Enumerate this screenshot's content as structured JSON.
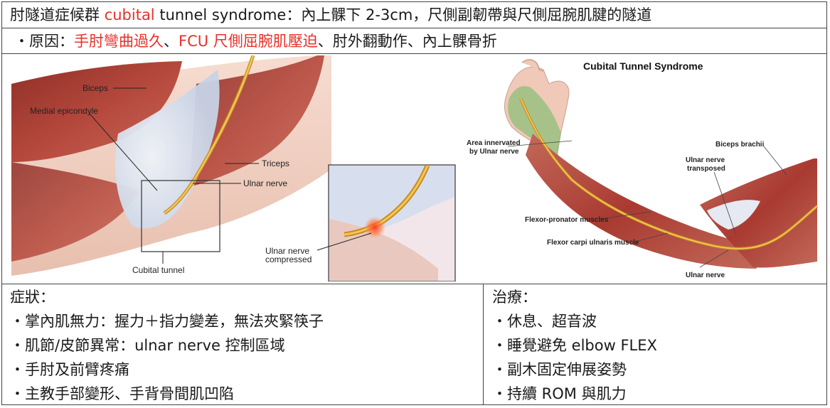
{
  "title": {
    "part1": "肘隧道症候群 ",
    "highlight": "cubital",
    "part2": " tunnel syndrome：內上髁下 2-3cm，尺側副韌帶與尺側屈腕肌腱的隧道"
  },
  "cause": {
    "prefix": "・原因：",
    "red1": "手肘彎曲過久",
    "sep1": "、",
    "red2": "FCU 尺側屈腕肌壓迫",
    "rest": "、肘外翻動作、內上髁骨折"
  },
  "left_figure": {
    "labels": {
      "biceps": "Biceps",
      "medial_epicondyle": "Medial epicondyle",
      "triceps": "Triceps",
      "ulnar_nerve": "Ulnar nerve",
      "cubital_tunnel": "Cubital tunnel",
      "compressed_1": "Ulnar nerve",
      "compressed_2": "compressed"
    }
  },
  "right_figure": {
    "title": "Cubital Tunnel Syndrome",
    "labels": {
      "area_1": "Area innervated",
      "area_2": "by Ulnar nerve",
      "biceps_brachii": "Biceps brachii",
      "transposed_1": "Ulnar nerve",
      "transposed_2": "transposed",
      "flexor_pronator": "Flexor-pronator muscles",
      "fcu": "Flexor carpi ulnaris muscle",
      "ulnar_nerve": "Ulnar nerve"
    }
  },
  "symptoms": {
    "heading": "症狀：",
    "items": [
      "・掌內肌無力：握力＋指力變差，無法夾緊筷子",
      "・肌節/皮節異常：ulnar nerve 控制區域",
      "・手肘及前臂疼痛",
      "・主教手部變形、手背骨間肌凹陷"
    ]
  },
  "treatment": {
    "heading": "治療：",
    "items": [
      "・休息、超音波",
      "・睡覺避免 elbow FLEX",
      "・副木固定伸展姿勢",
      "・持續 ROM 與肌力"
    ]
  },
  "colors": {
    "red_text": "#e8302a",
    "muscle": "#b5483c",
    "nerve": "#e2b33a",
    "skin": "#f0c9b8"
  }
}
